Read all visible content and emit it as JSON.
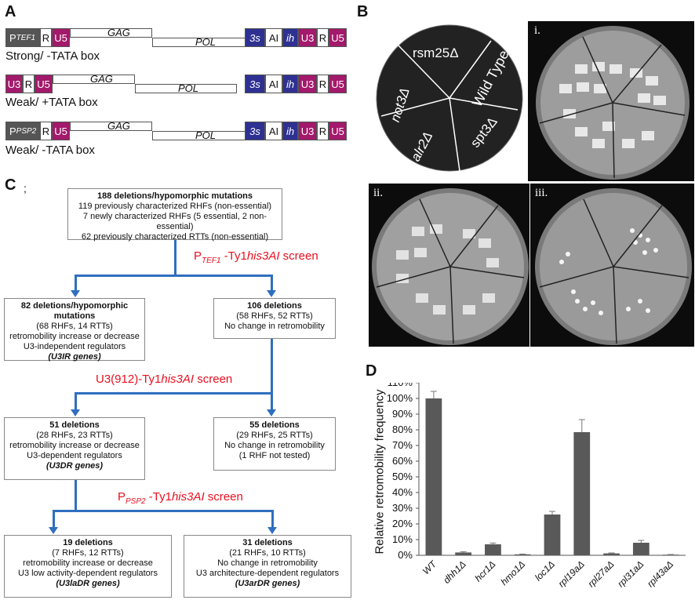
{
  "panels": {
    "a": "A",
    "b": "B",
    "c": "C",
    "d": "D"
  },
  "panel_a": {
    "constructs": [
      {
        "caption": "Strong/ -TATA box",
        "first": "TEF1",
        "first_prefix": "P",
        "r": "R",
        "u5": "U5",
        "gag": "GAG",
        "pol": "POL",
        "s3": "3s",
        "ai": "AI",
        "ih": "ih",
        "u3": "U3",
        "r2": "R",
        "u5b": "U5"
      },
      {
        "caption": "Weak/ +TATA box",
        "first": "U3",
        "r": "R",
        "u5": "U5",
        "gag": "GAG",
        "pol": "POL",
        "s3": "3s",
        "ai": "AI",
        "ih": "ih",
        "u3": "U3",
        "r2": "R",
        "u5b": "U5"
      },
      {
        "caption": "Weak/ -TATA box",
        "first": "PSP2",
        "first_prefix": "P",
        "r": "R",
        "u5": "U5",
        "gag": "GAG",
        "pol": "POL",
        "s3": "3s",
        "ai": "AI",
        "ih": "ih",
        "u3": "U3",
        "r2": "R",
        "u5b": "U5"
      }
    ],
    "colors": {
      "promoter": "#555555",
      "magenta": "#a3196b",
      "blue": "#2e3192"
    }
  },
  "panel_b": {
    "diagram_labels": [
      "rsm25Δ",
      "Wild Type",
      "spt3Δ",
      "alr2Δ",
      "not3Δ"
    ],
    "plates": [
      "i.",
      "ii.",
      "iii."
    ]
  },
  "panel_c": {
    "stray_mark": ";",
    "top_box": {
      "title": "188 deletions/hypomorphic mutations",
      "lines": [
        "119 previously characterized RHFs (non-essential)",
        "7 newly characterized RHFs (5 essential, 2 non-essential)",
        "62 previously characterized RTTs (non-essential)"
      ]
    },
    "screen1": {
      "prefix": "P",
      "sub": "TEF1",
      "mid": " -Ty1",
      "ital": "his3AI",
      "suffix": " screen"
    },
    "box_82": {
      "title": "82 deletions/hypomorphic mutations",
      "l1": "(68 RHFs, 14 RTTs)",
      "l2": "retromobility increase or decrease",
      "l3": "U3-independent regulators",
      "l4": "(U3IR genes)"
    },
    "box_106": {
      "title": "106 deletions",
      "l1": "(58 RHFs, 52 RTTs)",
      "l2": "No change in retromobility"
    },
    "screen2": {
      "prefix": "U3(912)-Ty1",
      "ital": "his3AI",
      "suffix": " screen"
    },
    "box_51": {
      "title": "51 deletions",
      "l1": "(28 RHFs, 23 RTTs)",
      "l2": "retromobility increase or decrease",
      "l3": "U3-dependent regulators",
      "l4": "(U3DR genes)"
    },
    "box_55": {
      "title": "55 deletions",
      "l1": "(29 RHFs, 25 RTTs)",
      "l2": "No change in retromobility",
      "l3": "(1 RHF not tested)"
    },
    "screen3": {
      "prefix": "P",
      "sub": "PSP2",
      "mid": " -Ty1",
      "ital": "his3AI",
      "suffix": " screen"
    },
    "box_19": {
      "title": "19 deletions",
      "l1": "(7 RHFs, 12 RTTs)",
      "l2": "retromobility increase or decrease",
      "l3": "U3 low activity-dependent regulators",
      "l4": "(U3laDR genes)"
    },
    "box_31": {
      "title": "31 deletions",
      "l1": "(21 RHFs, 10 RTTs)",
      "l2": "No change in retromobility",
      "l3": "U3 architecture-dependent regulators",
      "l4": "(U3arDR genes)"
    },
    "arrow_color": "#2f6fbf",
    "screen_color": "#e8101f"
  },
  "chart_data": {
    "type": "bar",
    "ylabel": "Relative retromobility frequency",
    "xlabel": "",
    "categories": [
      "WT",
      "dhh1Δ",
      "hcr1Δ",
      "hmo1Δ",
      "loc1Δ",
      "rpl19aΔ",
      "rpl27aΔ",
      "rpl31aΔ",
      "rpl43aΔ"
    ],
    "values": [
      100,
      1.8,
      7,
      0.6,
      26,
      78.5,
      1.2,
      8,
      0.4
    ],
    "errors": [
      4.5,
      0.5,
      0.8,
      0.2,
      2,
      8,
      0.3,
      1.5,
      0.1
    ],
    "ylim": [
      0,
      110
    ],
    "yticks": [
      "0%",
      "10%",
      "20%",
      "30%",
      "40%",
      "50%",
      "60%",
      "70%",
      "80%",
      "90%",
      "100%",
      "110%"
    ],
    "bar_color": "#595959",
    "grid": false
  }
}
